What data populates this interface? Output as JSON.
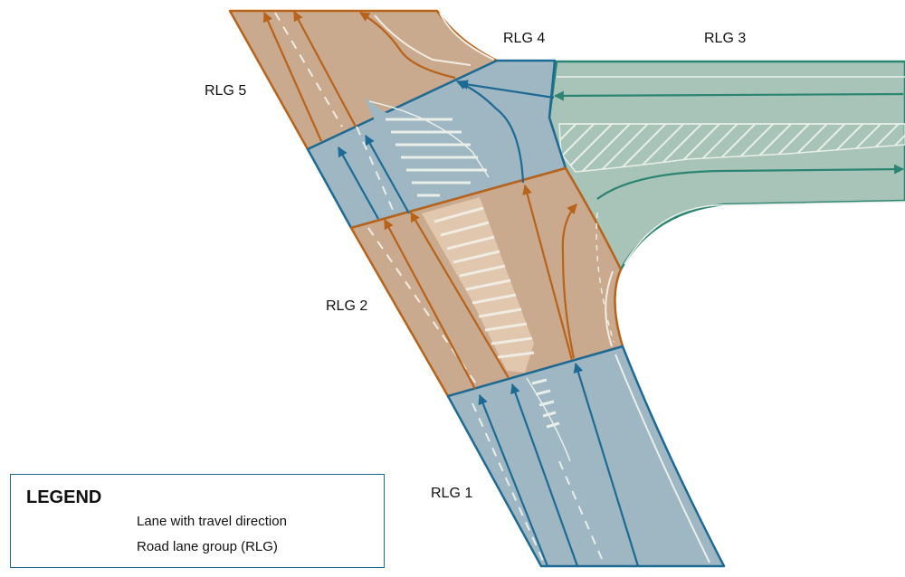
{
  "labels": {
    "rlg1": "RLG 1",
    "rlg2": "RLG 2",
    "rlg3": "RLG 3",
    "rlg4": "RLG 4",
    "rlg5": "RLG 5"
  },
  "legend": {
    "title": "LEGEND",
    "lane_text": "Lane with travel direction",
    "group_text": "Road lane group (RLG)"
  },
  "colors": {
    "blue_fill": "#9fb6c3",
    "blue_stroke": "#1d6b94",
    "orange_fill": "#c9aa8e",
    "orange_stroke": "#b8621a",
    "green_fill": "#a8c3b7",
    "green_stroke": "#2b8571",
    "marking": "#f1ece2"
  }
}
